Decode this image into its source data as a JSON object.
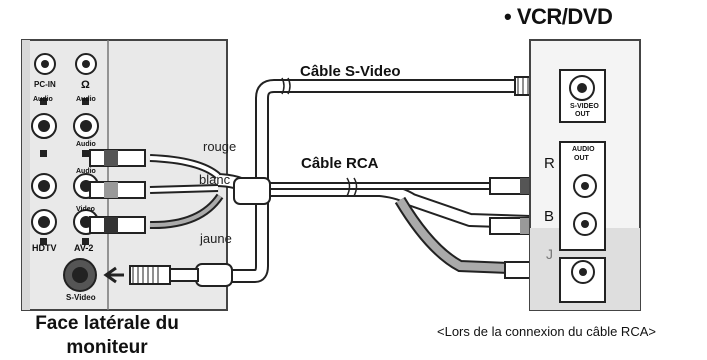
{
  "device_title": "• VCR/DVD",
  "cable_labels": {
    "svideo": "Câble S-Video",
    "rca": "Câble RCA"
  },
  "wire_colors": {
    "rouge": "rouge",
    "blanc": "blanc",
    "jaune": "jaune"
  },
  "vcr_ports": {
    "r": "R",
    "b": "B",
    "j": "J",
    "svideo_out": [
      "S-VIDEO",
      "OUT"
    ],
    "audio_out": [
      "AUDIO",
      "OUT"
    ]
  },
  "monitor_ports": {
    "pc_in": "PC-IN",
    "headphone": "Ω",
    "audio1": "Audio",
    "audio2": "Audio",
    "audio3": "Audio",
    "audio4": "Audio",
    "video": "Video",
    "hdtv": "HDTV",
    "av2": "AV-2",
    "svideo": "S-Video"
  },
  "caption_left": "Face latérale du moniteur",
  "caption_right": "<Lors de la connexion du câble RCA>",
  "colors": {
    "panel": "#e9e9e9",
    "panel_border": "#444444",
    "cable_outline": "#222222",
    "cable_fill": "#ffffff",
    "plug_dark": "#333333"
  }
}
